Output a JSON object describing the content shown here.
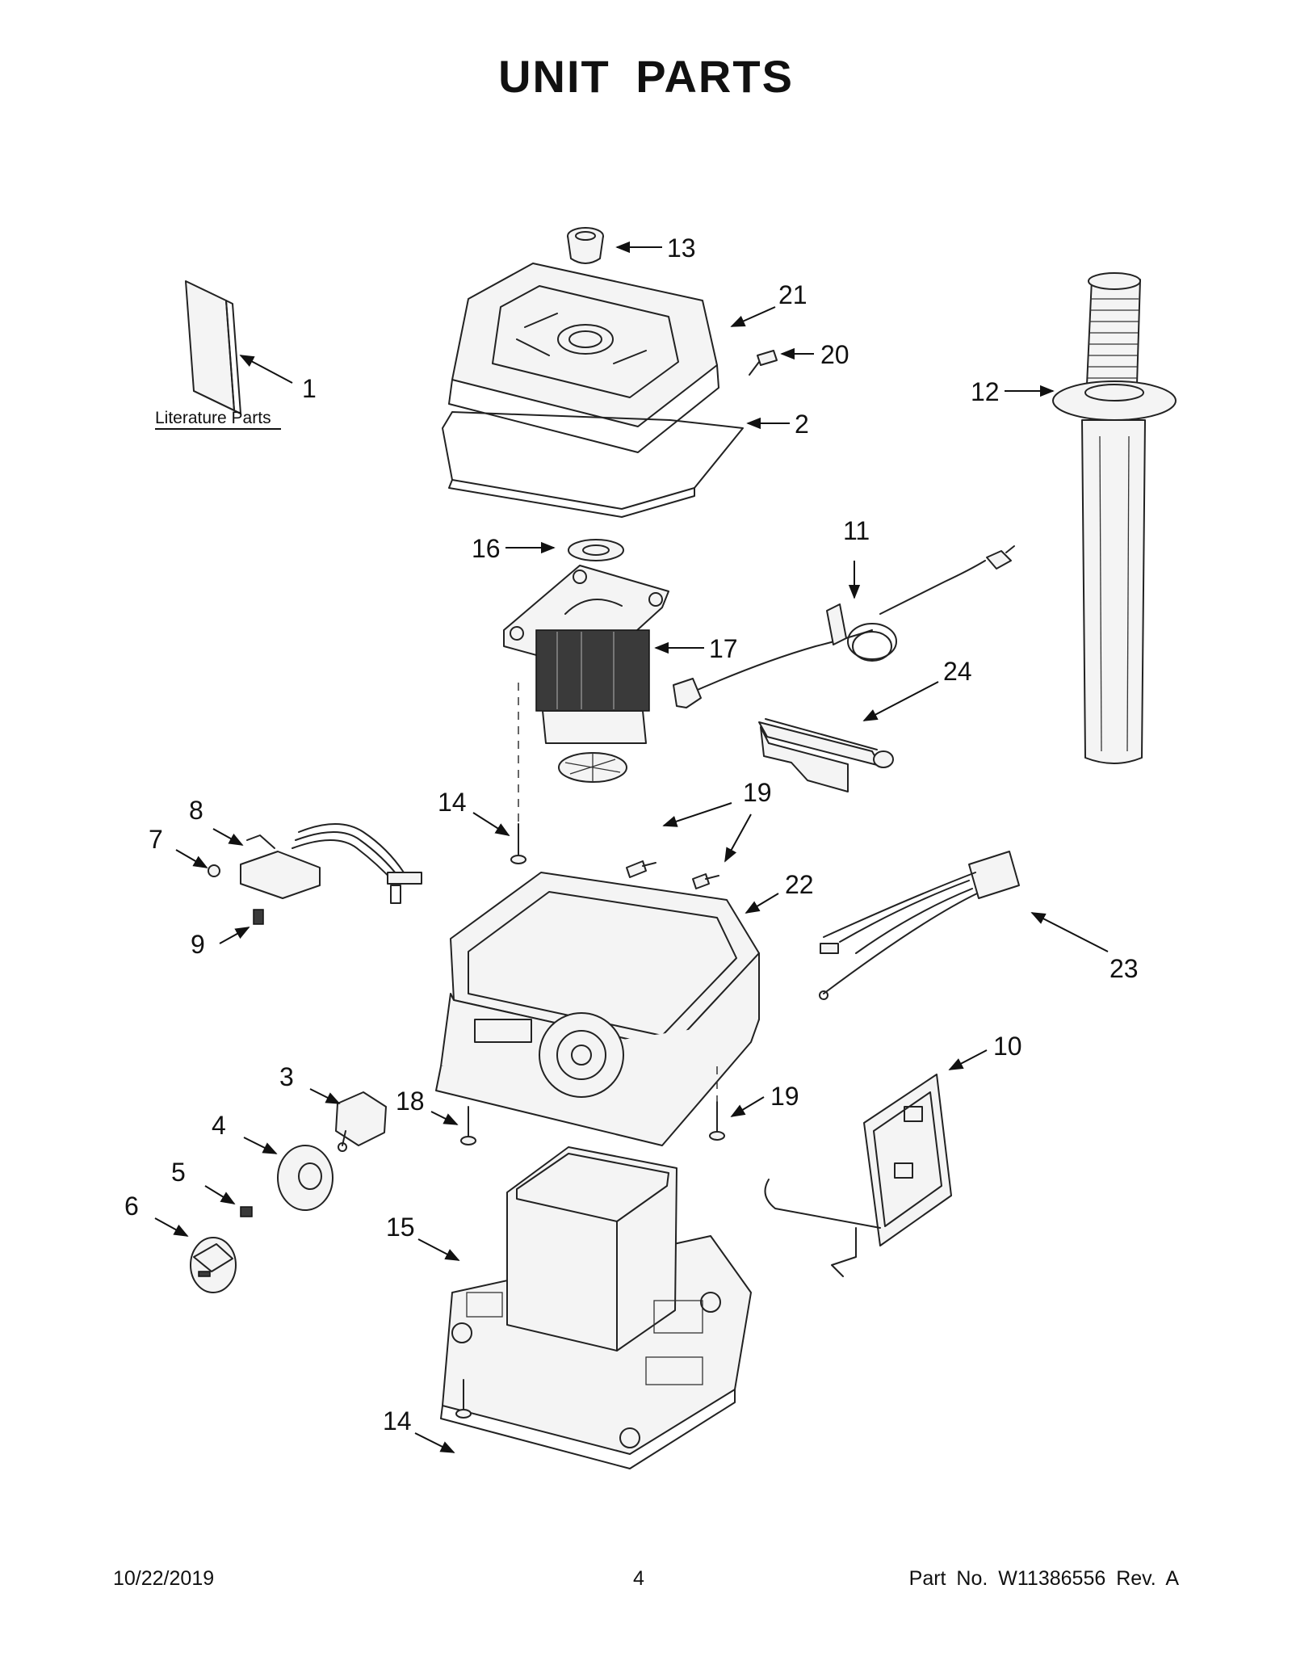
{
  "title": "UNIT PARTS",
  "literature_label": "Literature Parts",
  "callouts": {
    "c1": "1",
    "c2": "2",
    "c3": "3",
    "c4": "4",
    "c5": "5",
    "c6": "6",
    "c7": "7",
    "c8": "8",
    "c9": "9",
    "c10": "10",
    "c11": "11",
    "c12": "12",
    "c13": "13",
    "c14a": "14",
    "c14b": "14",
    "c15": "15",
    "c16": "16",
    "c17": "17",
    "c18": "18",
    "c19a": "19",
    "c19b": "19",
    "c20": "20",
    "c21": "21",
    "c22": "22",
    "c23": "23",
    "c24": "24"
  },
  "footer": {
    "date": "10/22/2019",
    "page": "4",
    "part_no": "Part No.  W11386556  Rev.  A"
  }
}
